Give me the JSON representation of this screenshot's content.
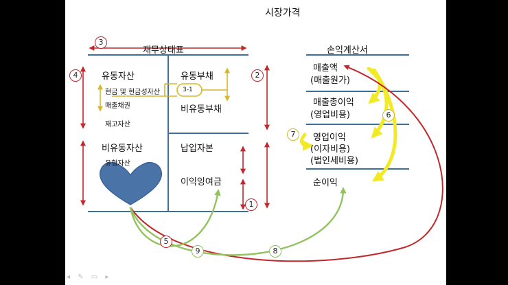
{
  "slide": {
    "title": "시장가격",
    "balance_sheet": {
      "title": "재무상태표",
      "current_assets": "유동자산",
      "cash": "현금 및 현금성자산",
      "receivables": "매출채권",
      "inventory": "재고자산",
      "noncurrent_assets": "비유동자산",
      "tangible_assets": "유형자산",
      "current_liabilities": "유동부채",
      "noncurrent_liabilities": "비유동부채",
      "paid_in_capital": "납입자본",
      "retained_earnings": "이익잉여금",
      "sub_label": "3-1"
    },
    "income_statement": {
      "title": "손익계산서",
      "sales": "매출액",
      "cogs": "(매출원가)",
      "gross_profit": "매출총이익",
      "operating_expense": "(영업비용)",
      "operating_income": "영업이익",
      "interest_expense": "(이자비용)",
      "income_tax": "(법인세비용)",
      "net_income": "순이익"
    },
    "badges": {
      "b1": "1",
      "b2": "2",
      "b3": "3",
      "b4": "4",
      "b5": "5",
      "b6": "6",
      "b7": "7",
      "b8": "8",
      "b9": "9"
    },
    "colors": {
      "structure": "#3e6f9a",
      "red_arrow": "#c0282b",
      "yellow_arrow": "#f2ea25",
      "gold": "#d9b62a",
      "green_arrow": "#92c35f",
      "heart": "#4a73a8"
    }
  }
}
